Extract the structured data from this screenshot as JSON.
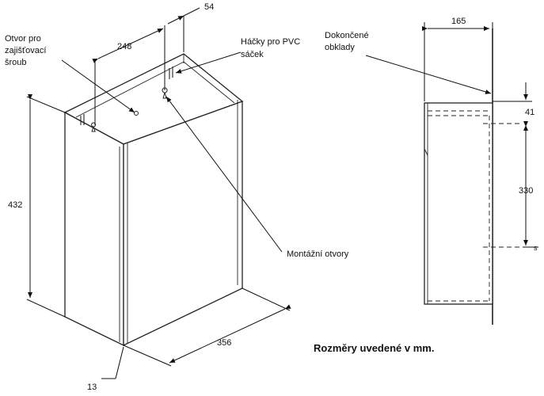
{
  "labels": {
    "screw_hole_line1": "Otvor pro",
    "screw_hole_line2": "zajišťovací",
    "screw_hole_line3": "šroub",
    "hooks_line1": "Háčky pro PVC",
    "hooks_line2": "sáček",
    "mounting_holes": "Montážní otvory",
    "finished_tiling_line1": "Dokončené",
    "finished_tiling_line2": "obklady",
    "caption": "Rozměry uvedené v mm."
  },
  "dimensions": {
    "width_top": "248",
    "hook_offset": "54",
    "height": "432",
    "depth": "356",
    "flange": "13",
    "side_depth": "165",
    "top_offset": "41",
    "inner_height": "330",
    "bottom_mark": "s"
  }
}
